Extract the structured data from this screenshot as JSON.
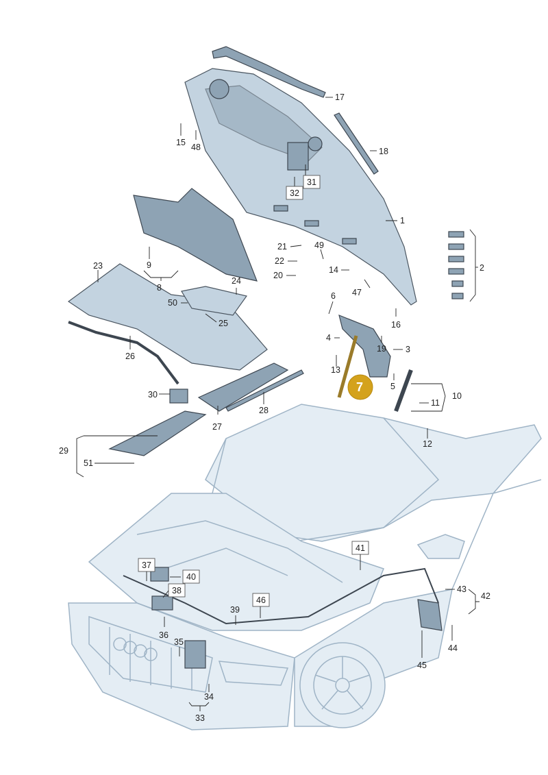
{
  "highlight": {
    "label": "7",
    "color": "#d4a21c"
  },
  "callouts": [
    "1",
    "2",
    "3",
    "4",
    "5",
    "6",
    "8",
    "9",
    "10",
    "11",
    "12",
    "13",
    "14",
    "15",
    "16",
    "17",
    "18",
    "19",
    "20",
    "21",
    "22",
    "23",
    "24",
    "25",
    "26",
    "27",
    "28",
    "29",
    "30",
    "31",
    "32",
    "33",
    "34",
    "35",
    "36",
    "37",
    "38",
    "39",
    "40",
    "41",
    "42",
    "43",
    "44",
    "45",
    "46",
    "47",
    "48",
    "49",
    "50",
    "51"
  ],
  "boxed_callouts": [
    "31",
    "32",
    "37",
    "38",
    "40",
    "41",
    "46"
  ]
}
